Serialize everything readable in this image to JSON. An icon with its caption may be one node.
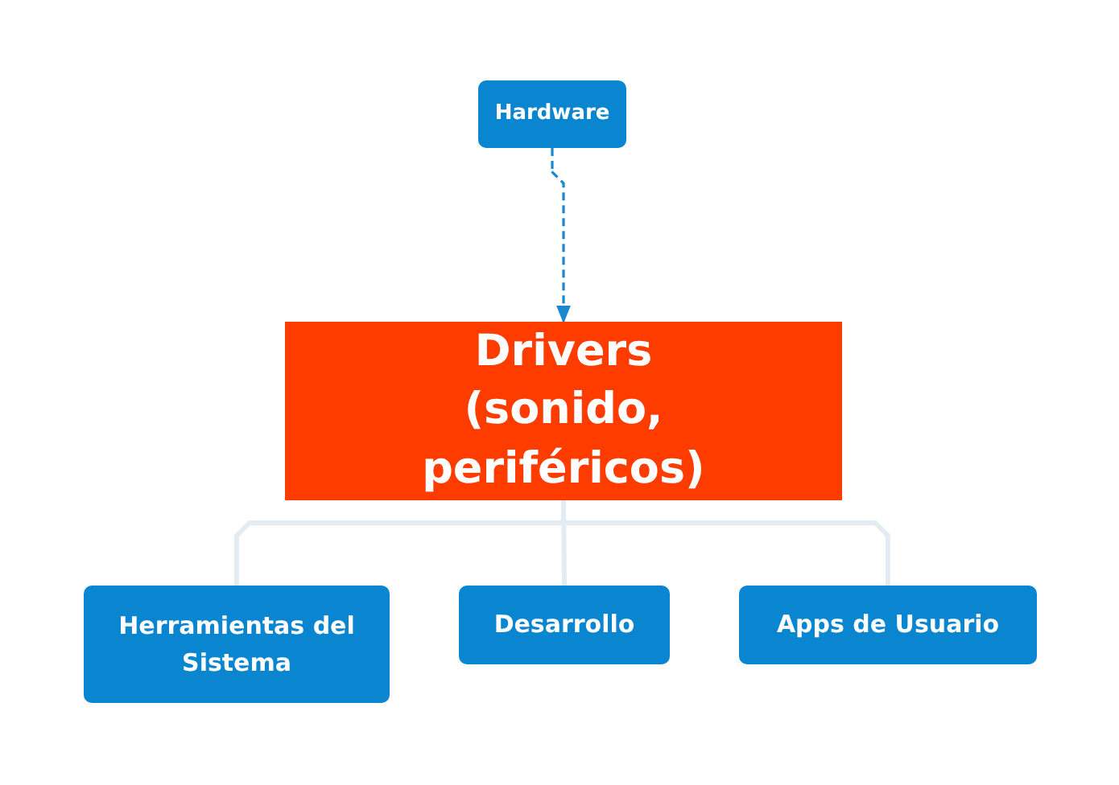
{
  "diagram": {
    "nodes": [
      {
        "text": [
          "Hardware"
        ]
      },
      {
        "text": [
          "Drivers (sonido, periféricos)"
        ]
      },
      {
        "text": [
          "Herramientas del Sistema"
        ]
      },
      {
        "text": [
          "Desarrollo"
        ]
      },
      {
        "text": [
          "Apps de Usuario"
        ]
      }
    ],
    "edges": [
      {
        "from": 0,
        "to": 1,
        "arrow": "to",
        "style": "dashed",
        "color": "#1b87cf"
      },
      {
        "from": 1,
        "to": 2,
        "arrow": "none"
      },
      {
        "from": 1,
        "to": 3,
        "arrow": "none"
      },
      {
        "from": 1,
        "to": 4,
        "arrow": "none"
      }
    ]
  }
}
